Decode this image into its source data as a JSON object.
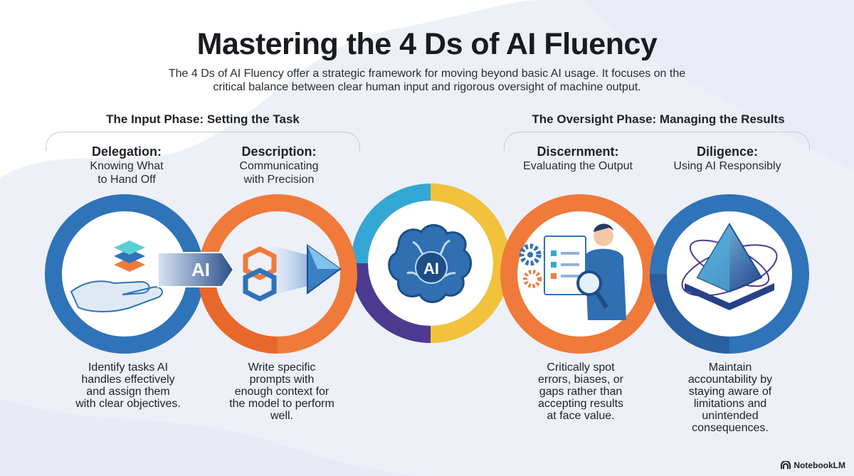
{
  "title": "Mastering the 4 Ds of AI Fluency",
  "subtitle": "The 4 Ds of AI Fluency offer a strategic framework for moving beyond basic AI usage. It focuses on the critical balance between clear human input and rigorous oversight of machine output.",
  "phases": {
    "input": "The Input Phase: Setting the Task",
    "oversight": "The Oversight Phase: Managing the Results"
  },
  "ds": [
    {
      "name": "Delegation:",
      "sub_lines": [
        "Knowing What",
        "to Hand Off"
      ],
      "desc_lines": [
        "Identify tasks AI",
        "handles effectively",
        "and assign them",
        "with clear objectives."
      ]
    },
    {
      "name": "Description:",
      "sub_lines": [
        "Communicating",
        "with Precision"
      ],
      "desc_lines": [
        "Write specific",
        "prompts with",
        "enough context for",
        "the model to perform",
        "well."
      ]
    },
    {
      "name": "Discernment:",
      "sub_lines": [
        "Evaluating the Output"
      ],
      "desc_lines": [
        "Critically spot",
        "errors, biases, or",
        "gaps rather than",
        "accepting results",
        "at face value."
      ]
    },
    {
      "name": "Diligence:",
      "sub_lines": [
        "Using AI Responsibly"
      ],
      "desc_lines": [
        "Maintain",
        "accountability by",
        "staying aware of",
        "limitations and",
        "unintended",
        "consequences."
      ]
    }
  ],
  "badges": {
    "connector": "AI",
    "brain": "AI"
  },
  "footer": "NotebookLM",
  "icons": [
    "hand-icon",
    "layers-icon",
    "cube-prompt-icon",
    "prism-icon",
    "brain-icon",
    "gears-icon",
    "document-checklist-icon",
    "person-magnifier-icon",
    "pyramid-icon"
  ],
  "colors": {
    "blue": "#2f73b8",
    "orange": "#f07a3a",
    "teal": "#35a7d4",
    "yellow": "#f2c23a",
    "purple": "#4b3a8f",
    "bg_blob": "#eceef7"
  }
}
